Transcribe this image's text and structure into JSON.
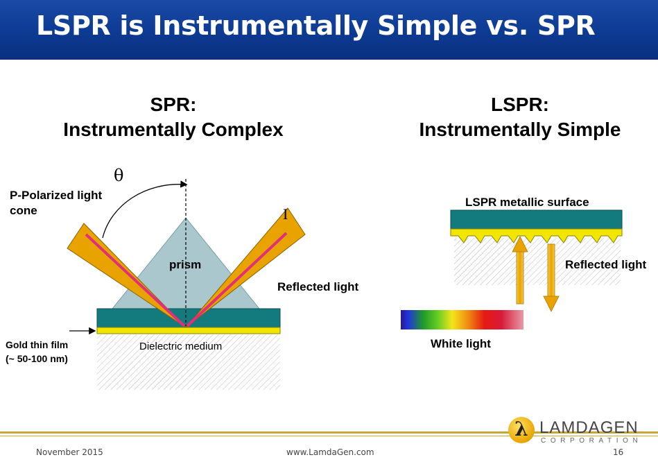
{
  "title": "LSPR is Instrumentally Simple vs. SPR",
  "left_panel": {
    "heading_line1": "SPR:",
    "heading_line2": "Instrumentally Complex",
    "theta_symbol": "θ",
    "intensity_symbol": "I",
    "polarized_label_line1": "P-Polarized light",
    "polarized_label_line2": "cone",
    "prism_label": "prism",
    "reflected_label": "Reflected light",
    "gold_label_line1": "Gold thin film",
    "gold_label_line2": "(~ 50-100 nm)",
    "dielectric_label": "Dielectric medium"
  },
  "right_panel": {
    "heading_line1": "LSPR:",
    "heading_line2": "Instrumentally Simple",
    "surface_label": "LSPR metallic surface",
    "reflected_label": "Reflected light",
    "white_light_label": "White light"
  },
  "colors": {
    "title_bar": "#0d3a92",
    "prism": "#a9c7cc",
    "teal_layer": "#137b7e",
    "gold_layer": "#f2e600",
    "light_cone": "#e8a300",
    "beam": "#e0307a",
    "footer_rule": "#c9a634"
  },
  "footer": {
    "date": "November 2015",
    "website": "www.LamdaGen.com",
    "page_number": "16"
  },
  "logo": {
    "symbol": "λ",
    "name": "LAMDAGEN",
    "subtitle": "CORPORATION"
  }
}
